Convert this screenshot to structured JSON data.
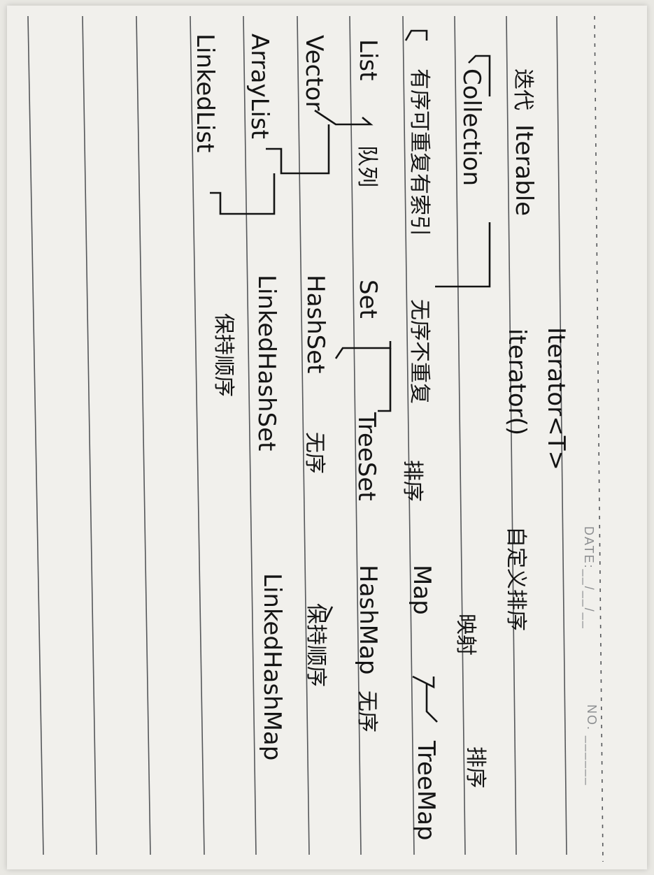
{
  "header": {
    "date_label": "DATE:__/__/__",
    "no_label": "NO. ______"
  },
  "notes": {
    "t1": "Iterable",
    "t2": "Iterator<T>",
    "t3": "iterator()",
    "t4": "Collection",
    "t5": "List",
    "t6": "Vector",
    "t7": "ArrayList",
    "t8": "LinkedList",
    "t9": "Set",
    "t10": "HashSet",
    "t11": "LinkedHashSet",
    "t12": "TreeSet",
    "t13": "Map",
    "t14": "HashMap",
    "t15": "LinkedHashMap",
    "t16": "TreeMap"
  },
  "cjk_notes": {
    "c1": "迭代",
    "c2": "有序可重复有索引",
    "c3": "队列",
    "c4": "无序不重复",
    "c5": "排序",
    "c6": "自定义排序",
    "c7": "无序",
    "c8": "保持顺序",
    "c9": "映射",
    "c10": "无序",
    "c11": "保持顺序",
    "c12": "排序"
  }
}
